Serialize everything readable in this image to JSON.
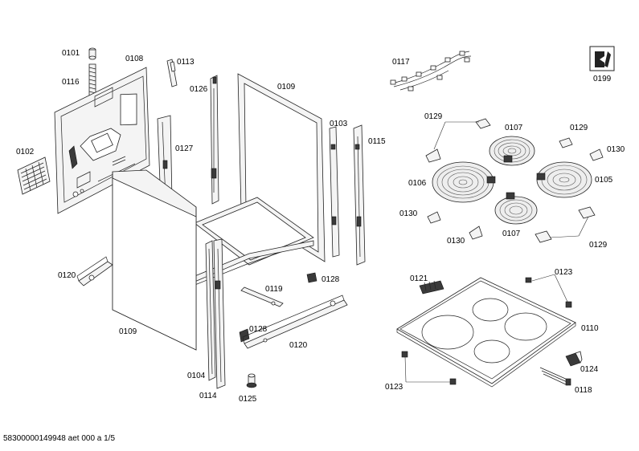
{
  "footer_text": "58300000149948 aet 000 a 1/5",
  "icon": {
    "name": "service-tool-icon",
    "label": "0199"
  },
  "labels": {
    "p0101": "0101",
    "p0116": "0116",
    "p0108": "0108",
    "p0113": "0113",
    "p0126": "0126",
    "p0109_top": "0109",
    "p0102": "0102",
    "p0127": "0127",
    "p0103": "0103",
    "p0115": "0115",
    "p0120_left": "0120",
    "p0109_front": "0109",
    "p0119": "0119",
    "p0128_right": "0128",
    "p0128_left": "0128",
    "p0120_bottom": "0120",
    "p0104": "0104",
    "p0114": "0114",
    "p0125": "0125",
    "p0117": "0117",
    "p0129_top_left": "0129",
    "p0107_top": "0107",
    "p0129_top_right": "0129",
    "p0130_right": "0130",
    "p0106": "0106",
    "p0105": "0105",
    "p0130_left": "0130",
    "p0107_bottom": "0107",
    "p0130_bottom": "0130",
    "p0129_bottom": "0129",
    "p0121": "0121",
    "p0123_top": "0123",
    "p0110": "0110",
    "p0124": "0124",
    "p0118": "0118",
    "p0123_bottom": "0123"
  }
}
